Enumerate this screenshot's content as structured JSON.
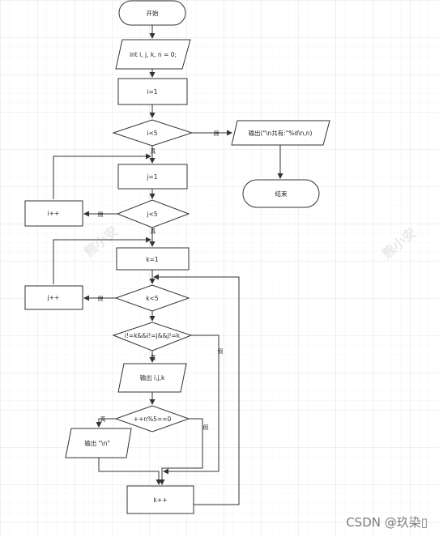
{
  "nodes": {
    "start": "开始",
    "init": "int i, j, k, n = 0;",
    "i_assign": "i=1",
    "i_cond": "i<5",
    "j_assign": "j=1",
    "j_cond": "j<5",
    "i_inc": "i++",
    "k_assign": "k=1",
    "k_cond": "k<5",
    "j_inc": "j++",
    "distinct_cond": "i!=k&&i!=j&&j!=k",
    "print_ijk": "输出 i,j,k",
    "mod_cond": "++n%5==0",
    "print_newline": "输出 \"\\n\"",
    "k_inc": "k++",
    "print_total": "输出(\"\\n共有:\"%d\\n,n)",
    "end": "结束"
  },
  "edge_labels": {
    "true": "真",
    "false": "假"
  },
  "watermark": "熊小安",
  "credit": "CSDN @玖染▯"
}
